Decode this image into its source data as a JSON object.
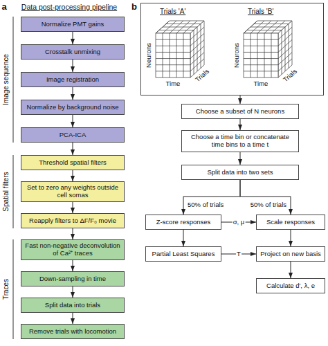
{
  "diagram": {
    "nodes": [
      {
        "text": [
          "Normalize PMT gains"
        ]
      },
      {
        "text": [
          "Crosstalk unmixing"
        ]
      },
      {
        "text": [
          "Image registration"
        ]
      },
      {
        "text": [
          "Normalize by background noise"
        ]
      },
      {
        "text": [
          "PCA-ICA"
        ]
      },
      {
        "text": [
          "Threshold spatial filters"
        ]
      },
      {
        "text": [
          "Set to zero any weights outside cell somas"
        ]
      },
      {
        "text": [
          "Reapply filters to ΔF/F₀ movie"
        ]
      },
      {
        "text": [
          "Fast non-negative deconvolution of Ca²⁺ traces"
        ]
      },
      {
        "text": [
          "Down-sampling in time"
        ]
      },
      {
        "text": [
          "Split data into trials"
        ]
      },
      {
        "text": [
          "Remove trials with locomotion"
        ]
      },
      {
        "text": [
          "Trials 'A'",
          "Trials 'B'"
        ]
      },
      {
        "text": [
          "Choose a subset of N neurons"
        ]
      },
      {
        "text": [
          "Choose a time bin or concatenate time bins to a time t"
        ]
      },
      {
        "text": [
          "Split data into two sets"
        ]
      },
      {
        "text": [
          "Z-score responses"
        ]
      },
      {
        "text": [
          "Scale responses"
        ]
      },
      {
        "text": [
          "Partial Least Squares"
        ]
      },
      {
        "text": [
          "Project on new basis"
        ]
      },
      {
        "text": [
          "Calculate d′, λ, e"
        ]
      }
    ],
    "edges": [
      {
        "from": 0,
        "to": 1,
        "arrow": "to"
      },
      {
        "from": 1,
        "to": 2,
        "arrow": "to"
      },
      {
        "from": 2,
        "to": 3,
        "arrow": "to"
      },
      {
        "from": 3,
        "to": 4,
        "arrow": "to"
      },
      {
        "from": 4,
        "to": 5,
        "arrow": "to"
      },
      {
        "from": 5,
        "to": 6,
        "arrow": "to"
      },
      {
        "from": 6,
        "to": 7,
        "arrow": "to"
      },
      {
        "from": 7,
        "to": 8,
        "arrow": "to"
      },
      {
        "from": 8,
        "to": 9,
        "arrow": "to"
      },
      {
        "from": 9,
        "to": 10,
        "arrow": "to"
      },
      {
        "from": 10,
        "to": 11,
        "arrow": "to"
      },
      {
        "from": 12,
        "to": 13,
        "arrow": "to"
      },
      {
        "from": 13,
        "to": 14,
        "arrow": "to"
      },
      {
        "from": 14,
        "to": 15,
        "arrow": "to"
      },
      {
        "from": 15,
        "to": 16,
        "label": "50% of trials",
        "arrow": "to"
      },
      {
        "from": 15,
        "to": 17,
        "label": "50% of trials",
        "arrow": "to"
      },
      {
        "from": 16,
        "to": 17,
        "label": "σ, μ",
        "arrow": "to"
      },
      {
        "from": 16,
        "to": 18,
        "arrow": "to"
      },
      {
        "from": 17,
        "to": 19,
        "arrow": "to"
      },
      {
        "from": 18,
        "to": 19,
        "label": "T",
        "arrow": "to"
      },
      {
        "from": 19,
        "to": 20,
        "arrow": "to"
      }
    ],
    "labels": [
      "a",
      "Data post-processing pipeline",
      "Image sequence",
      "Spatial filters",
      "Traces",
      "b",
      "Neurons",
      "Time",
      "Trials",
      "Neurons",
      "Time",
      "Trials"
    ]
  }
}
